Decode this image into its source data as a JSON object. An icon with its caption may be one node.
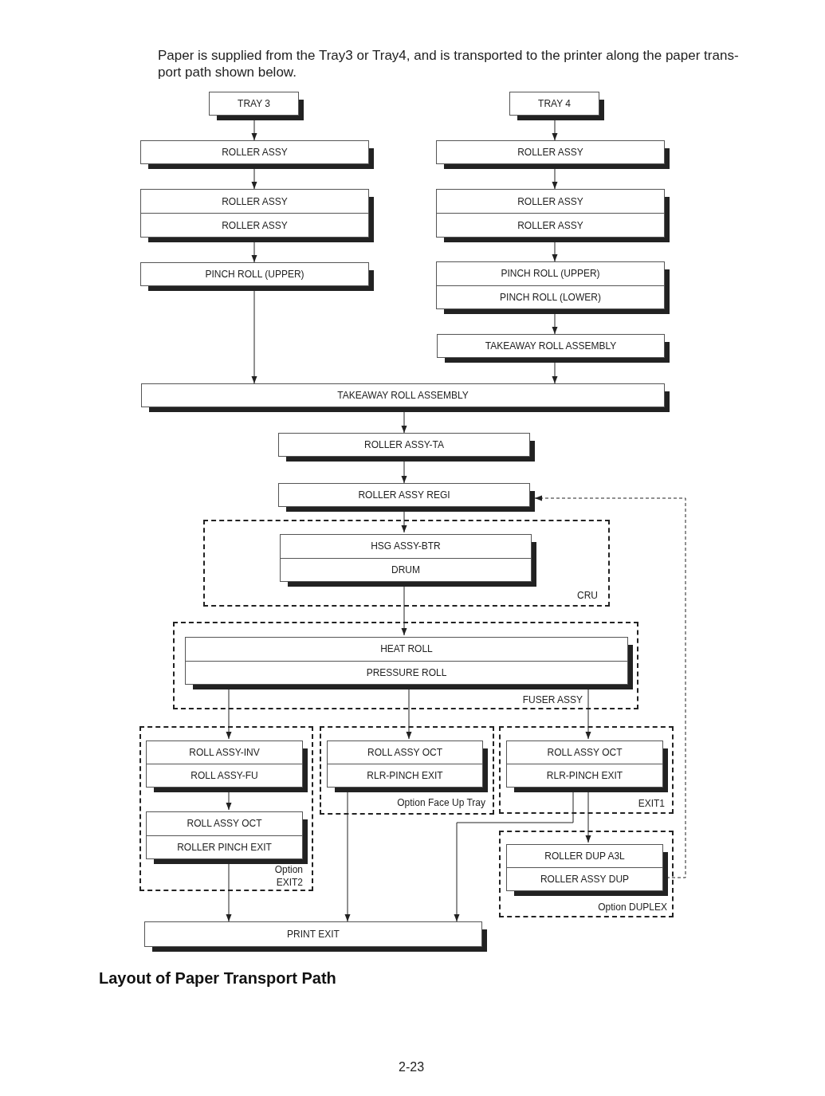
{
  "diagram": {
    "caption": "Layout of Paper Transport Path",
    "nodes": [
      {
        "text": [
          "TRAY 3"
        ]
      },
      {
        "text": [
          "TRAY 4"
        ]
      },
      {
        "text": [
          "ROLLER ASSY"
        ]
      },
      {
        "text": [
          "ROLLER ASSY"
        ]
      },
      {
        "text": [
          "ROLLER ASSY",
          "ROLLER ASSY"
        ]
      },
      {
        "text": [
          "ROLLER ASSY",
          "ROLLER ASSY"
        ]
      },
      {
        "text": [
          "PINCH ROLL (UPPER)"
        ]
      },
      {
        "text": [
          "PINCH ROLL (UPPER)",
          "PINCH ROLL (LOWER)"
        ]
      },
      {
        "text": [
          "TAKEAWAY ROLL ASSEMBLY"
        ]
      },
      {
        "text": [
          "TAKEAWAY ROLL ASSEMBLY"
        ]
      },
      {
        "text": [
          "ROLLER ASSY-TA"
        ]
      },
      {
        "text": [
          "ROLLER ASSY REGI"
        ]
      },
      {
        "text": [
          "CRU"
        ]
      },
      {
        "text": [
          "HSG ASSY-BTR",
          "DRUM"
        ],
        "in": 12
      },
      {
        "text": [
          "FUSER ASSY"
        ]
      },
      {
        "text": [
          "HEAT ROLL",
          "PRESSURE ROLL"
        ],
        "in": 14
      },
      {
        "text": [
          "Option EXIT2"
        ]
      },
      {
        "text": [
          "ROLL ASSY-INV",
          "ROLL ASSY-FU"
        ],
        "in": 16
      },
      {
        "text": [
          "ROLL ASSY OCT",
          "ROLLER PINCH EXIT"
        ],
        "in": 16
      },
      {
        "text": [
          "Option Face Up Tray"
        ]
      },
      {
        "text": [
          "ROLL ASSY OCT",
          "RLR-PINCH EXIT"
        ],
        "in": 19
      },
      {
        "text": [
          "EXIT1"
        ]
      },
      {
        "text": [
          "ROLL ASSY OCT",
          "RLR-PINCH EXIT"
        ],
        "in": 21
      },
      {
        "text": [
          "Option DUPLEX"
        ]
      },
      {
        "text": [
          "ROLLER DUP A3L",
          "ROLLER ASSY DUP"
        ],
        "in": 23
      },
      {
        "text": [
          "PRINT EXIT"
        ]
      }
    ],
    "edges": [
      {
        "from": 0,
        "to": 2,
        "arrow": "to"
      },
      {
        "from": 1,
        "to": 3,
        "arrow": "to"
      },
      {
        "from": 2,
        "to": 4,
        "arrow": "to"
      },
      {
        "from": 3,
        "to": 5,
        "arrow": "to"
      },
      {
        "from": 4,
        "to": 6,
        "arrow": "to"
      },
      {
        "from": 5,
        "to": 7,
        "arrow": "to"
      },
      {
        "from": 7,
        "to": 8,
        "arrow": "to"
      },
      {
        "from": 6,
        "to": 9,
        "arrow": "to"
      },
      {
        "from": 8,
        "to": 9,
        "arrow": "to"
      },
      {
        "from": 9,
        "to": 10,
        "arrow": "to"
      },
      {
        "from": 10,
        "to": 11,
        "arrow": "to"
      },
      {
        "from": 11,
        "to": 13,
        "arrow": "to"
      },
      {
        "from": 13,
        "to": 15,
        "arrow": "to"
      },
      {
        "from": 15,
        "to": 17,
        "arrow": "to"
      },
      {
        "from": 15,
        "to": 20,
        "arrow": "to"
      },
      {
        "from": 15,
        "to": 22,
        "arrow": "to"
      },
      {
        "from": 17,
        "to": 18,
        "arrow": "to"
      },
      {
        "from": 18,
        "to": 25,
        "arrow": "to"
      },
      {
        "from": 20,
        "to": 25,
        "arrow": "to"
      },
      {
        "from": 22,
        "to": 25,
        "arrow": "to"
      },
      {
        "from": 22,
        "to": 24,
        "arrow": "to"
      },
      {
        "from": 24,
        "to": 11,
        "arrow": "to",
        "style": "dashed"
      }
    ],
    "labels": [
      "Paper is supplied from the Tray3 or Tray4, and is transported to the printer along the paper trans-port path shown below.",
      "2-23"
    ]
  }
}
